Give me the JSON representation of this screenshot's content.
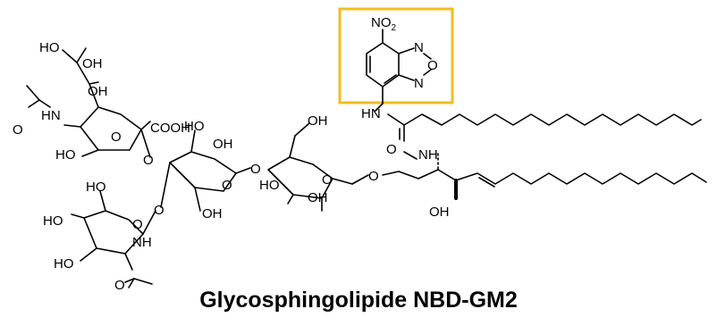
{
  "caption": "Glycosphingolipide NBD-GM2",
  "colors": {
    "highlight_box": "#f2bd1d",
    "ink": "#000000"
  },
  "labels": {
    "HO_1": "HO",
    "OH_1": "OH",
    "OH_2": "OH",
    "HN_1": "HN",
    "HO_2": "HO",
    "COOH": "COOH",
    "O_sia": "O",
    "HO_3": "HO",
    "O_gal_link": "O",
    "OH_3": "OH",
    "O_gal": "O",
    "OH_4": "OH",
    "O_glc_link": "O",
    "OH_5": "OH",
    "O_glc": "O",
    "HO_4": "HO",
    "OH_6": "OH",
    "O_cer_link": "O",
    "HN_2": "HN",
    "O_amide": "O",
    "NH_1": "NH",
    "OH_7": "OH",
    "O_galnac_link": "O",
    "HO_5": "HO",
    "HO_6": "HO",
    "O_galnac": "O",
    "HO_7": "HO",
    "NH_2": "NH",
    "O_acetyl2": "O",
    "NO2": "NO",
    "NO2_sub": "2",
    "N_top": "N",
    "O_ring": "O",
    "N_bottom": "N"
  }
}
